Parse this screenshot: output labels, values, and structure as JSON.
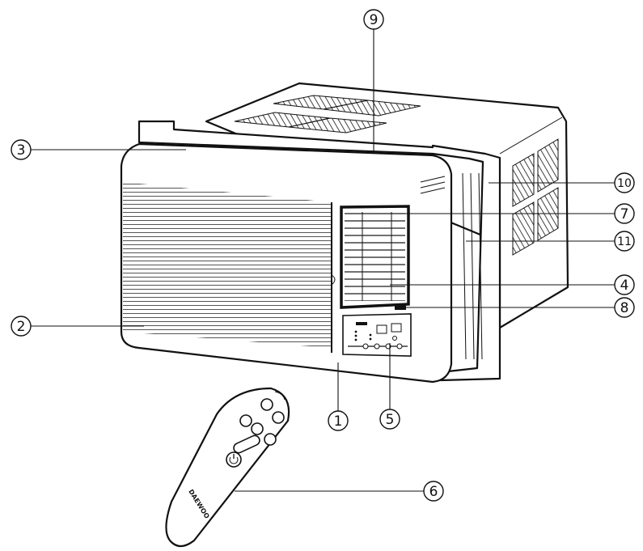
{
  "callouts": [
    {
      "id": "c1",
      "label": "1"
    },
    {
      "id": "c2",
      "label": "2"
    },
    {
      "id": "c3",
      "label": "3"
    },
    {
      "id": "c4",
      "label": "4"
    },
    {
      "id": "c5",
      "label": "5"
    },
    {
      "id": "c6",
      "label": "6"
    },
    {
      "id": "c7",
      "label": "7"
    },
    {
      "id": "c8",
      "label": "8"
    },
    {
      "id": "c9",
      "label": "9"
    },
    {
      "id": "c10",
      "label": "10"
    },
    {
      "id": "c11",
      "label": "11"
    }
  ],
  "remote": {
    "brand": "DAEWOO"
  }
}
